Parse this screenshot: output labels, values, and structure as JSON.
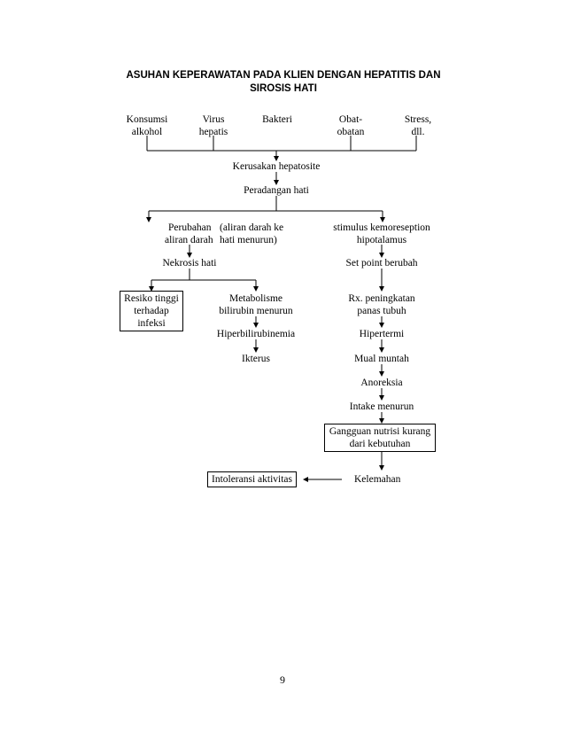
{
  "title_line1": "ASUHAN KEPERAWATAN PADA KLIEN DENGAN HEPATITIS DAN",
  "title_line2": "SIROSIS HATI",
  "causes": {
    "alcohol": [
      "Konsumsi",
      "alkohol"
    ],
    "virus": [
      "Virus",
      "hepatis"
    ],
    "bacteria": [
      "Bakteri"
    ],
    "drugs": [
      "Obat-",
      "obatan"
    ],
    "stress": [
      "Stress,",
      "dll."
    ]
  },
  "kerusakan": "Kerusakan hepatosite",
  "peradangan": "Peradangan hati",
  "left": {
    "perubahan": [
      "Perubahan",
      "aliran darah"
    ],
    "aliran_ke_hati": [
      "(aliran darah ke",
      "hati menurun)"
    ],
    "nekrosis": "Nekrosis hati",
    "resiko": [
      "Resiko tinggi",
      "terhadap",
      "infeksi"
    ],
    "metabolisme": [
      "Metabolisme",
      "bilirubin menurun"
    ],
    "hiperbilirubinemia": "Hiperbilirubinemia",
    "ikterus": "Ikterus"
  },
  "right": {
    "stimulus": [
      "stimulus kemoreseption",
      "hipotalamus"
    ],
    "set_point": "Set point berubah",
    "rx": [
      "Rx. peningkatan",
      "panas tubuh"
    ],
    "hipertermi": "Hipertermi",
    "mual": "Mual muntah",
    "anoreksia": "Anoreksia",
    "intake": "Intake menurun",
    "gangguan": [
      "Gangguan nutrisi kurang",
      "dari kebutuhan"
    ],
    "kelemahan": "Kelemahan"
  },
  "intoleransi": "Intoleransi aktivitas",
  "page_number": "9"
}
